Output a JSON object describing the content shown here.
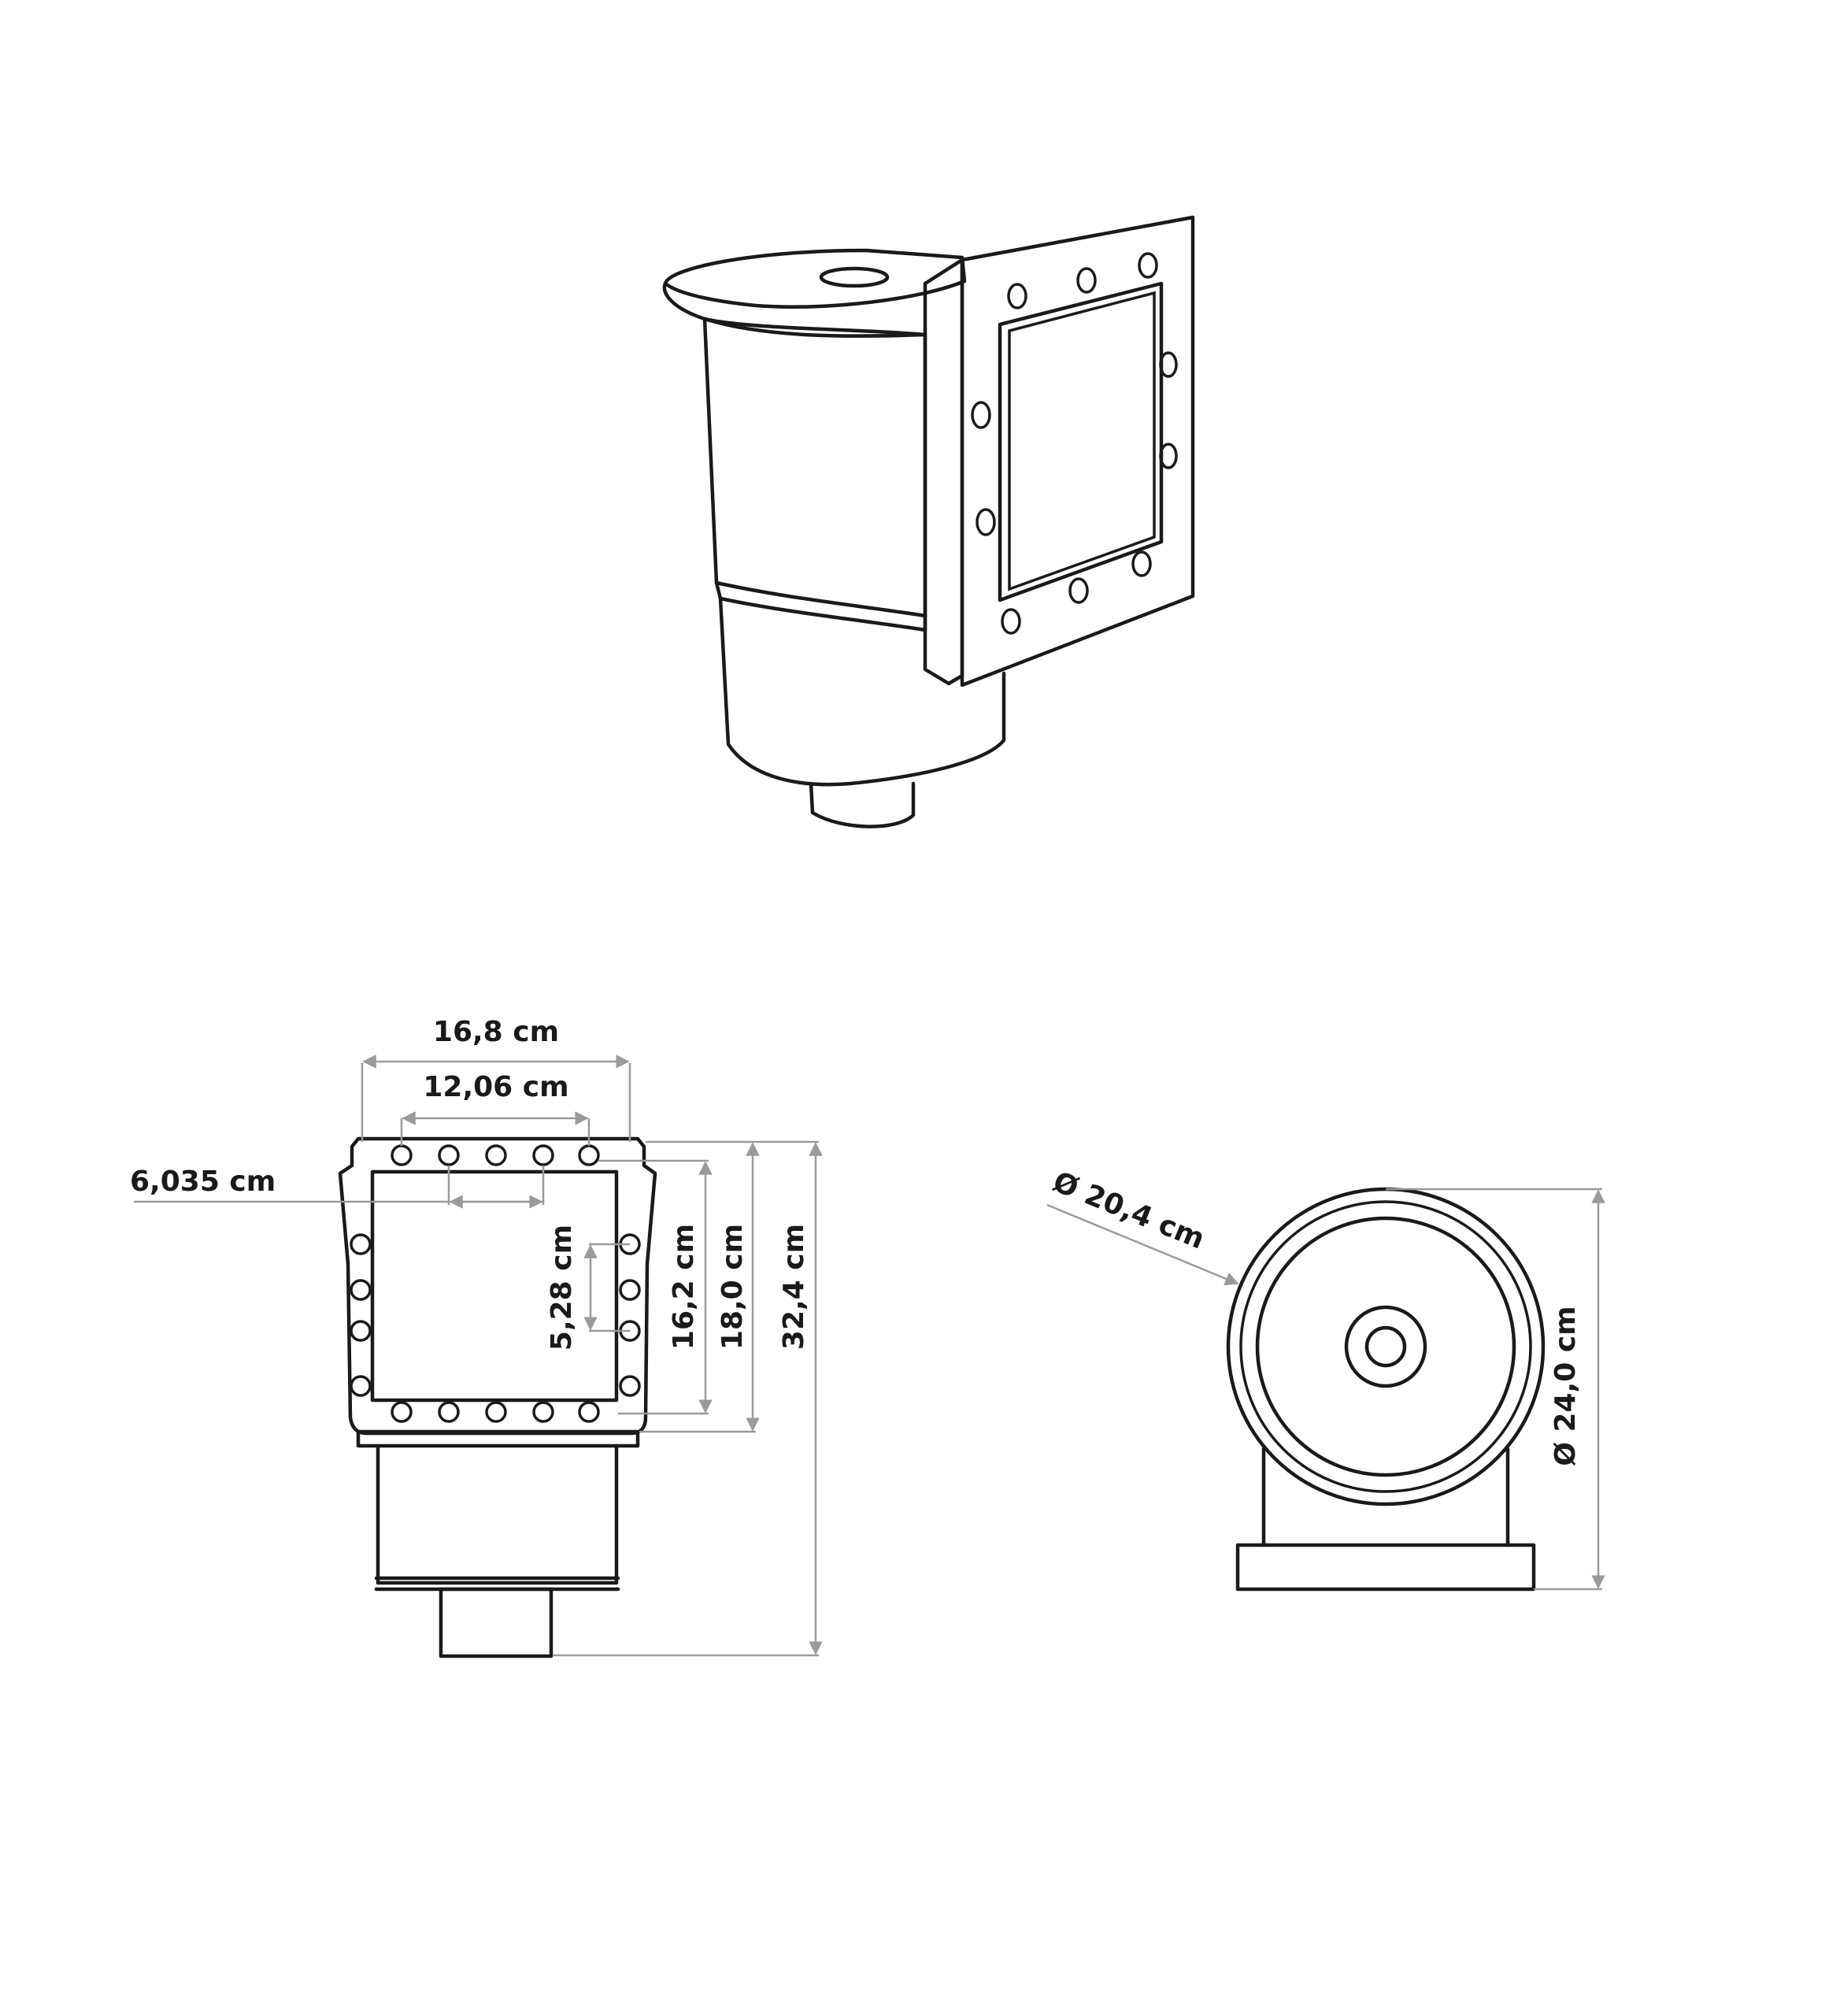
{
  "dimensions": {
    "front_outer_width": "16,8 cm",
    "front_hole_span": "12,06 cm",
    "hole_spacing": "6,035 cm",
    "side_hole_spacing": "5,28 cm",
    "opening_height": "16,2 cm",
    "flange_height": "18,0 cm",
    "total_height": "32,4 cm",
    "body_diameter": "Ø 20,4 cm",
    "lid_diameter": "Ø 24,0 cm"
  },
  "colors": {
    "ink": "#1a1a1a",
    "dimension_line": "#9a9a9a"
  }
}
